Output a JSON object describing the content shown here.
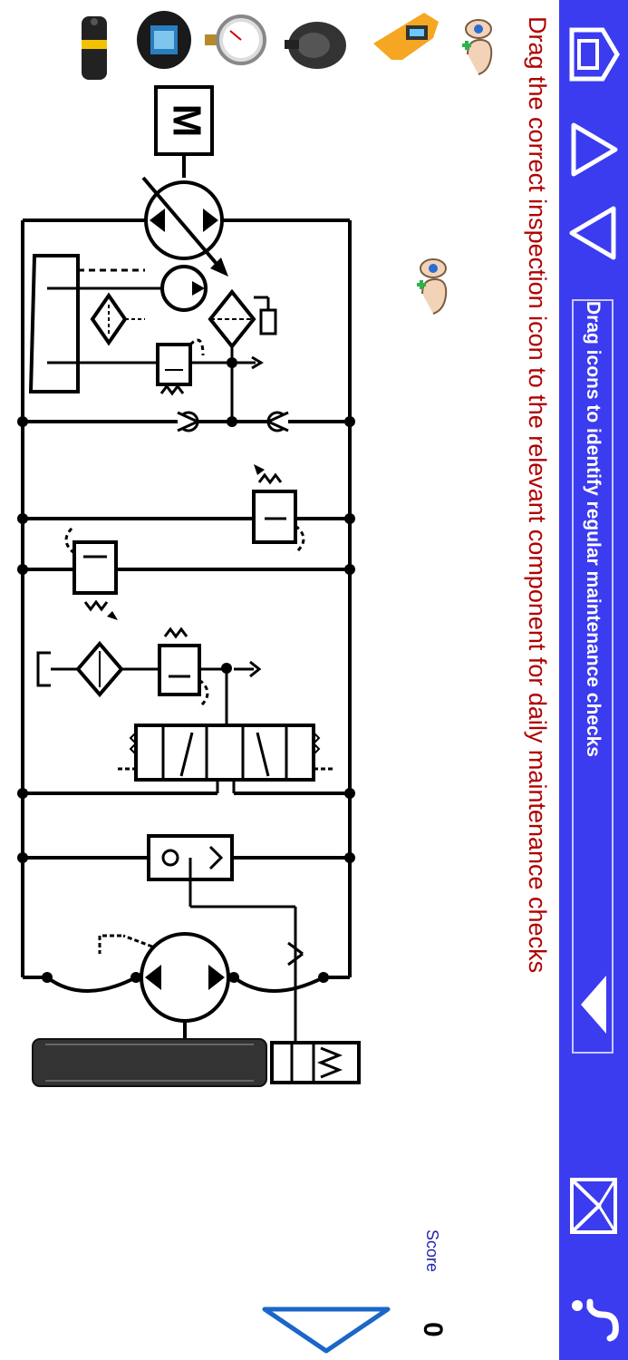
{
  "toolbar": {
    "title": "Drag icons to identify regular maintenance checks",
    "icons": [
      "home-icon",
      "previous-icon",
      "next-icon",
      "expand-icon",
      "email-icon",
      "help-icon"
    ],
    "accent_color": "#3b3bf0"
  },
  "instruction": "Drag the correct inspection icon to the relevant component for daily maintenance checks",
  "score": {
    "label": "Score",
    "value": "0"
  },
  "tools": [
    "flow-meter-icon",
    "stopwatch-icon",
    "pressure-gauge-icon",
    "fluid-sample-icon",
    "infrared-thermometer-icon",
    "look-listen-icon"
  ],
  "placed_icons": [
    "look-listen-icon"
  ],
  "schematic": {
    "motor_label": "M"
  }
}
